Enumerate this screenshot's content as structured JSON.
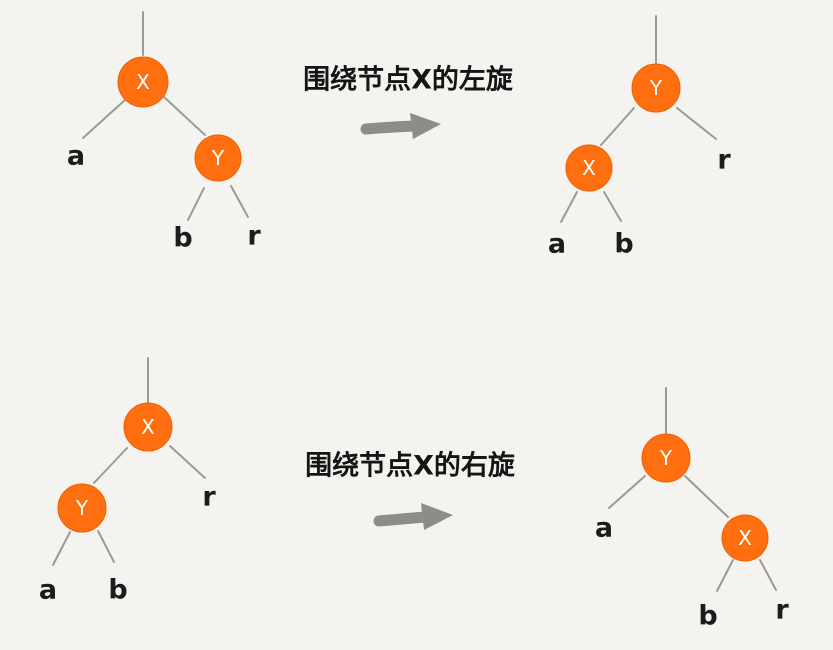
{
  "rotations": [
    {
      "caption": "围绕节点X的左旋",
      "before": {
        "nodes": {
          "x": "X",
          "y": "Y"
        },
        "leaves": {
          "a": "a",
          "b": "b",
          "r": "r"
        }
      },
      "after": {
        "nodes": {
          "x": "X",
          "y": "Y"
        },
        "leaves": {
          "a": "a",
          "b": "b",
          "r": "r"
        }
      }
    },
    {
      "caption": "围绕节点X的右旋",
      "before": {
        "nodes": {
          "x": "X",
          "y": "Y"
        },
        "leaves": {
          "a": "a",
          "b": "b",
          "r": "r"
        }
      },
      "after": {
        "nodes": {
          "x": "X",
          "y": "Y"
        },
        "leaves": {
          "a": "a",
          "b": "b",
          "r": "r"
        }
      }
    }
  ],
  "colors": {
    "background": "#f4f3ef",
    "node_fill": "#ff6f0f",
    "edge": "#9a9a97",
    "arrow": "#8d8c88",
    "leaf_text": "#1c1c1c"
  }
}
